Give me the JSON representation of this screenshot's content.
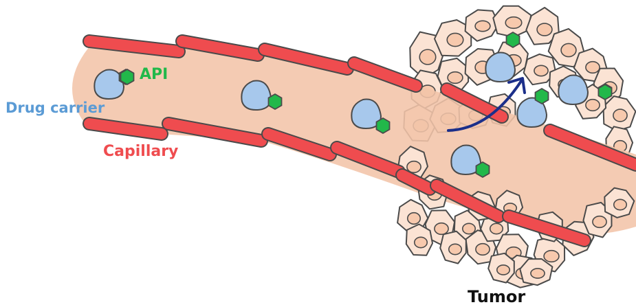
{
  "labels": {
    "api": "API",
    "drug_carrier": "Drug carrier",
    "capillary": "Capillary",
    "tumor": "Tumor"
  },
  "colors": {
    "api": "#22b84a",
    "drug_carrier": "#5b9bd5",
    "capillary": "#ef4c4f",
    "tumor_text": "#111111",
    "vessel_fill": "#f3c4a8",
    "cell_fill": "#fbe3d4",
    "nucleus_fill": "#f7c9ad",
    "carrier_fill": "#a7c8ec",
    "arrow": "#1b2f8a"
  },
  "icons": [
    "drug-carrier-icon",
    "api-hexagon-icon",
    "tumor-cell-icon",
    "penetration-arrow-icon"
  ]
}
